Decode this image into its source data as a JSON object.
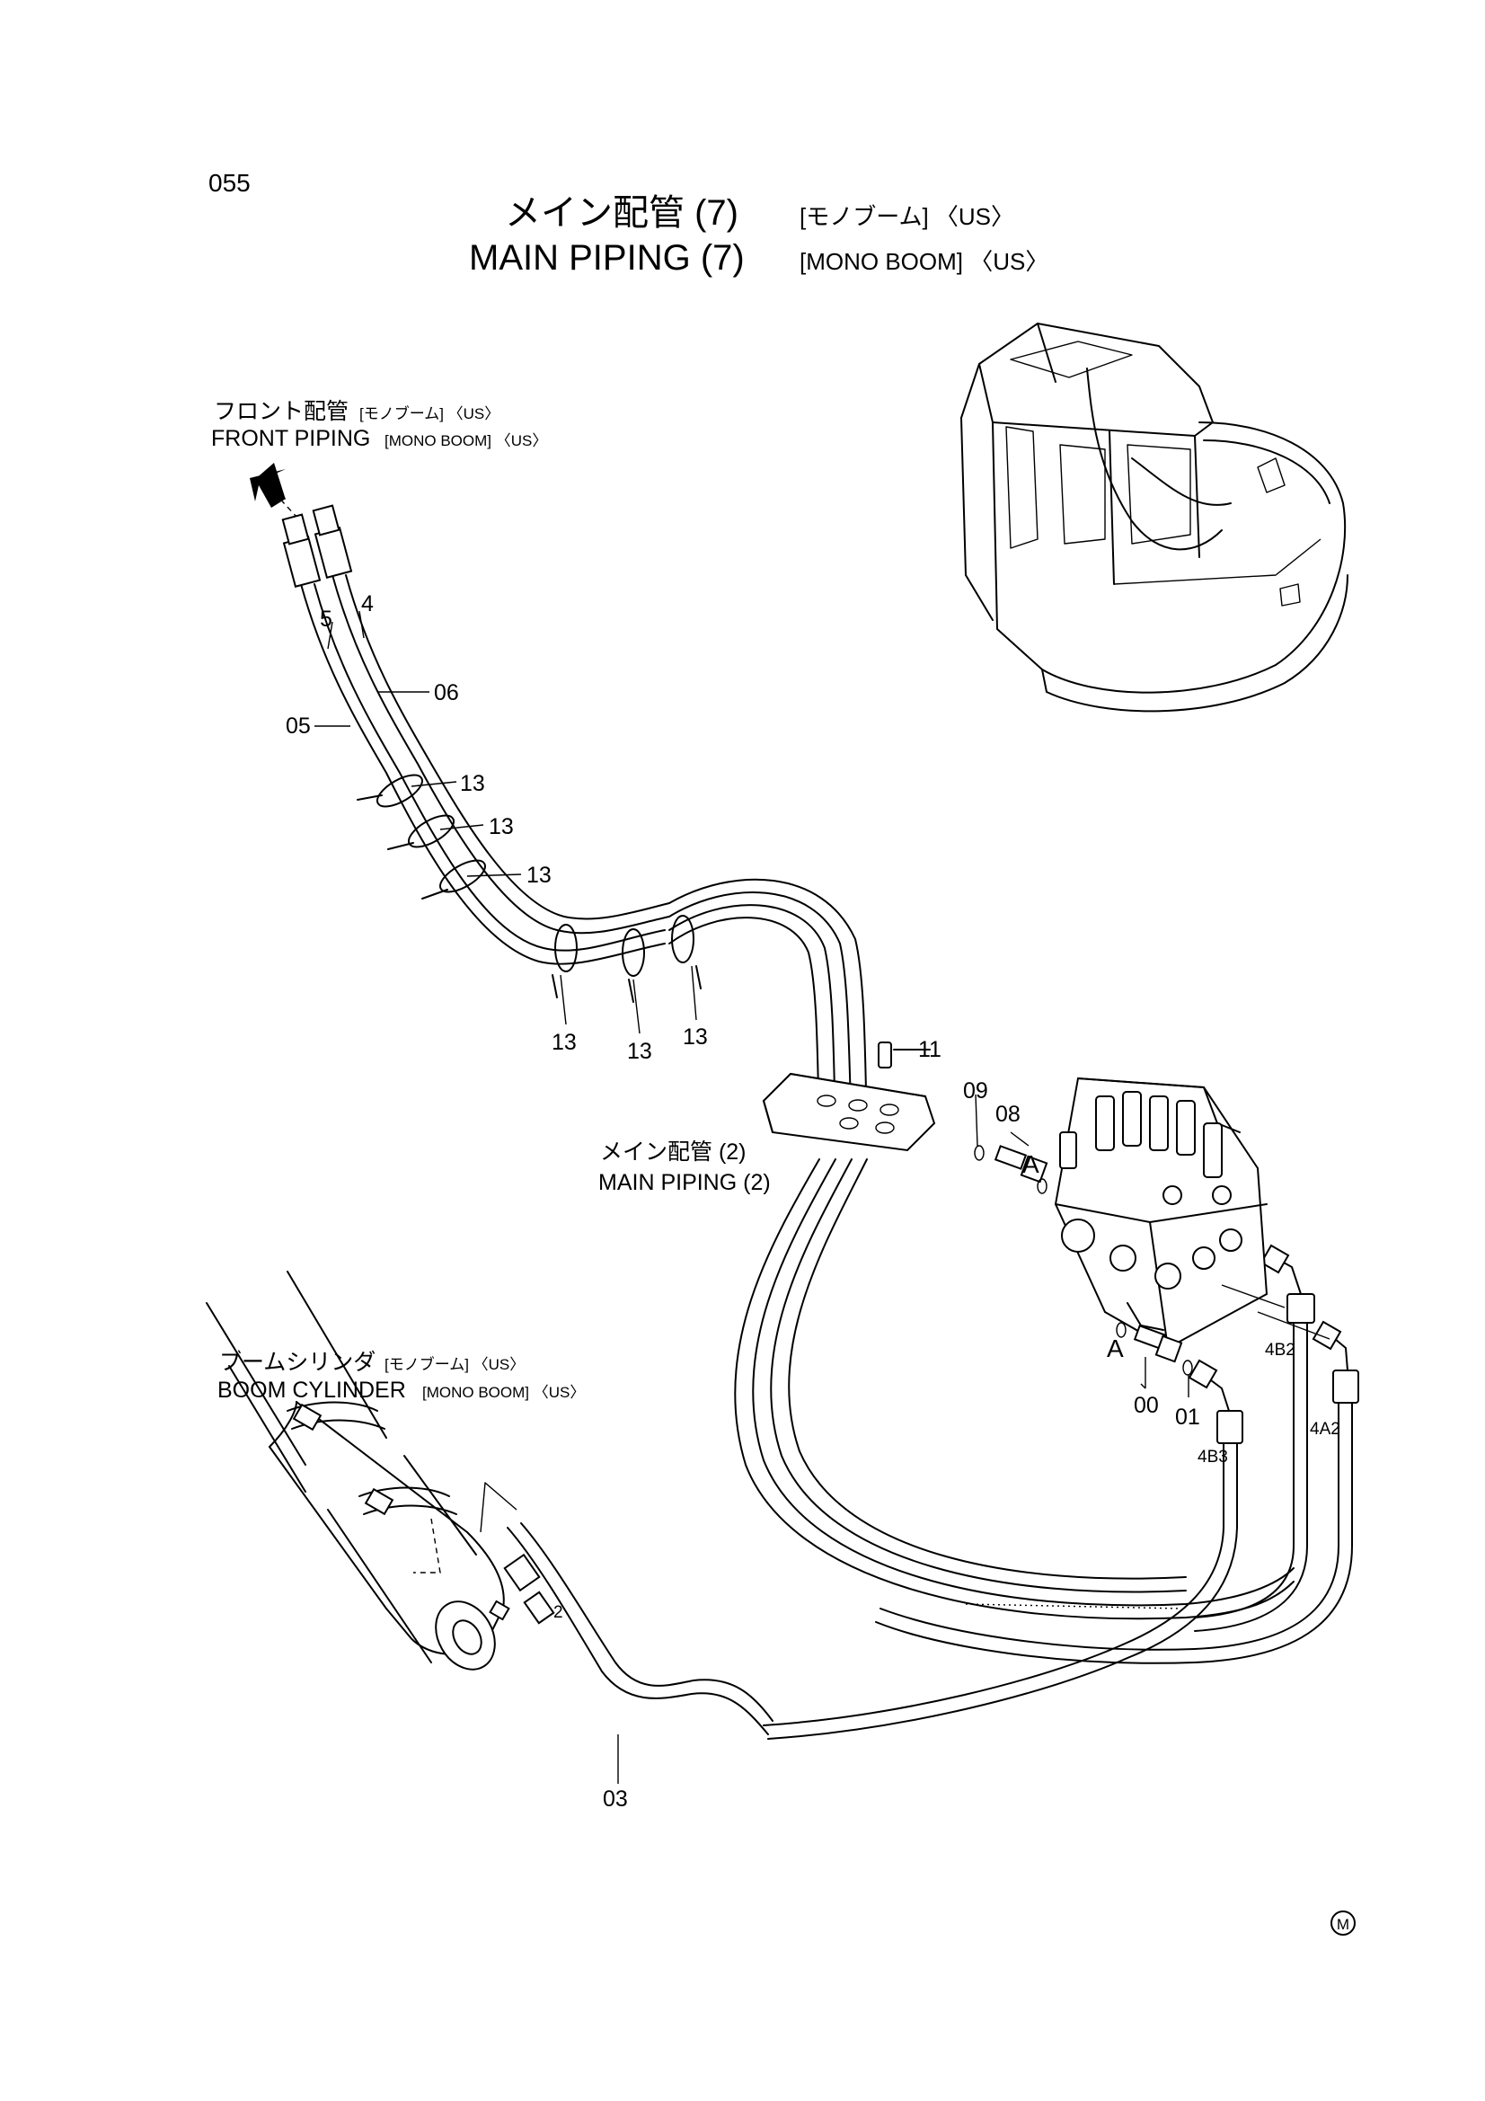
{
  "page": {
    "number": "055",
    "title_jp": "メイン配管 (7)",
    "title_jp_sub": "[モノブーム] 〈US〉",
    "title_en": "MAIN PIPING (7)",
    "title_en_sub": "[MONO BOOM] 〈US〉",
    "mark": "M"
  },
  "callouts": {
    "front_piping_jp": "フロント配管",
    "front_piping_jp_sub": "[モノブーム] 〈US〉",
    "front_piping_en": "FRONT PIPING",
    "front_piping_en_sub": "[MONO BOOM] 〈US〉",
    "main_piping2_jp": "メイン配管 (2)",
    "main_piping2_en": "MAIN PIPING (2)",
    "boom_cyl_jp": "ブームシリンダ",
    "boom_cyl_jp_sub": "[モノブーム] 〈US〉",
    "boom_cyl_en": "BOOM CYLINDER",
    "boom_cyl_en_sub": "[MONO BOOM] 〈US〉"
  },
  "part_labels": {
    "p5": "5",
    "p4": "4",
    "p06": "06",
    "p05": "05",
    "p13a": "13",
    "p13b": "13",
    "p13c": "13",
    "p13d": "13",
    "p13e": "13",
    "p13f": "13",
    "p11": "11",
    "p09": "09",
    "p08": "08",
    "pA1": "A",
    "pA2": "A",
    "p00": "00",
    "p01": "01",
    "p4B2": "4B2",
    "p4B3": "4B3",
    "p4A2": "4A2",
    "p2": "2",
    "p03": "03"
  }
}
